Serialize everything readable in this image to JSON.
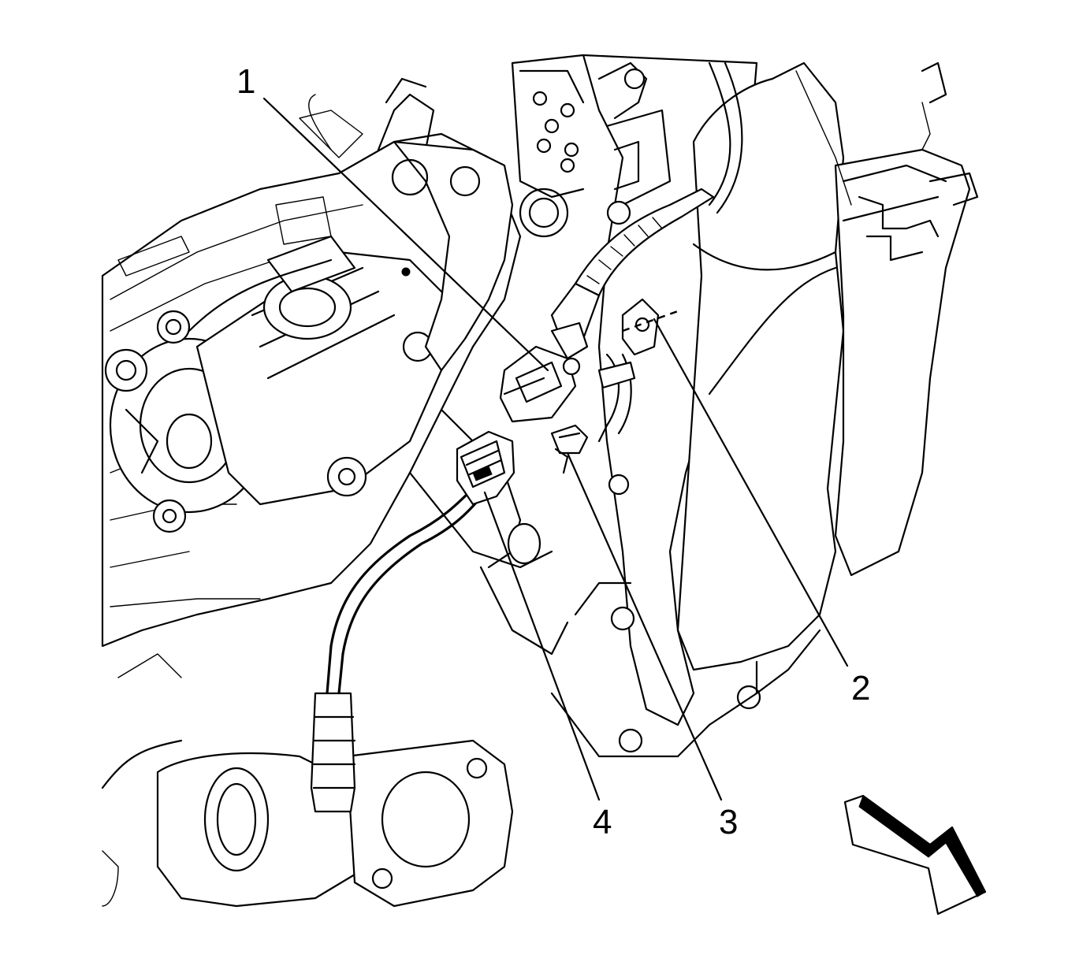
{
  "callouts": [
    {
      "id": "1",
      "label": "1"
    },
    {
      "id": "2",
      "label": "2"
    },
    {
      "id": "3",
      "label": "3"
    },
    {
      "id": "4",
      "label": "4"
    }
  ],
  "icons": {
    "view_direction": "view-direction-arrow-icon"
  },
  "colors": {
    "line": "#000000",
    "background": "#ffffff"
  }
}
